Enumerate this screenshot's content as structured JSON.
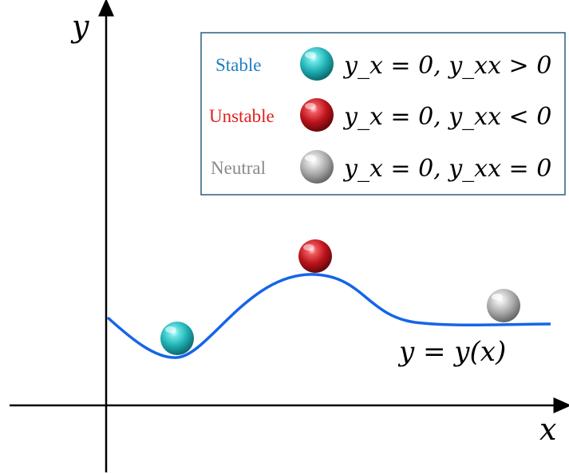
{
  "axes": {
    "x_label": "x",
    "y_label": "y"
  },
  "curve": {
    "label": "y = y(x)",
    "color": "#1565e8"
  },
  "legend": {
    "items": [
      {
        "state": "Stable",
        "condition": "y_x = 0,  y_xx > 0",
        "color": "#1f7fc0",
        "ball_color": "#1fb7b7"
      },
      {
        "state": "Unstable",
        "condition": "y_x = 0,  y_xx < 0",
        "color": "#e0201c",
        "ball_color": "#c2181e"
      },
      {
        "state": "Neutral",
        "condition": "y_x = 0,  y_xx = 0",
        "color": "#8a8a8a",
        "ball_color": "#b0b0b0"
      }
    ]
  }
}
